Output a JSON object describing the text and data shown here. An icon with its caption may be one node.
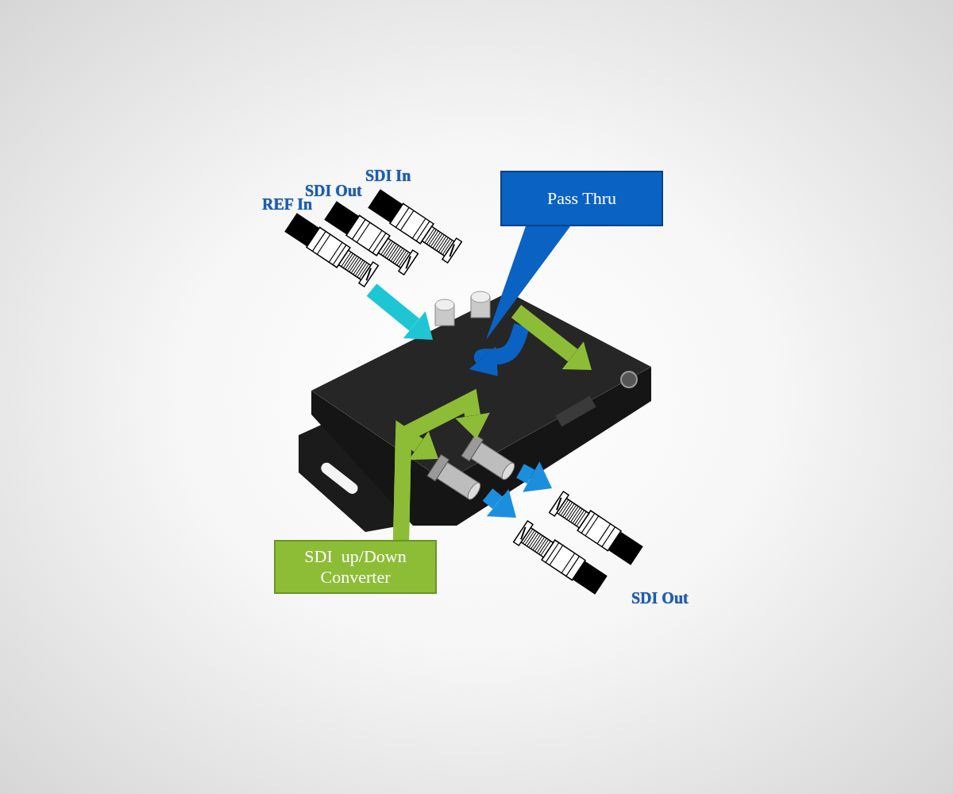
{
  "diagram": {
    "nodes": [
      {
        "text": [],
        "shape": "picture",
        "beside": [
          "REF In"
        ]
      },
      {
        "text": [],
        "shape": "picture",
        "beside": [
          "SDI Out"
        ]
      },
      {
        "text": [],
        "shape": "picture",
        "beside": [
          "SDI In"
        ]
      },
      {
        "text": [],
        "shape": "picture"
      },
      {
        "text": [
          "Pass Thru"
        ]
      },
      {
        "text": [
          "SDI  up/Down Converter"
        ]
      },
      {
        "text": [],
        "shape": "picture"
      },
      {
        "text": [],
        "shape": "picture",
        "beside": [
          "SDI Out"
        ]
      },
      {
        "text": [],
        "shape": "picture",
        "in": 3
      },
      {
        "text": [],
        "shape": "picture",
        "in": 3
      }
    ],
    "edges": [
      {
        "from": 0,
        "to": 3,
        "arrow": "to",
        "color": "#1ec6d4"
      },
      {
        "from": 4,
        "to": 3,
        "arrow": "none",
        "color": "#0a62c2"
      },
      {
        "from": null,
        "to": 3,
        "arrow": "to",
        "color": "#0a62c2"
      },
      {
        "from": null,
        "to": 3,
        "arrow": "to",
        "color": "#8dbd36"
      },
      {
        "from": 5,
        "to": 8,
        "arrow": "to",
        "color": "#8dbd36"
      },
      {
        "from": 5,
        "to": 9,
        "arrow": "to",
        "color": "#8dbd36"
      },
      {
        "from": 8,
        "to": 7,
        "arrow": "to",
        "color": "#1b8fde"
      },
      {
        "from": 9,
        "to": 6,
        "arrow": "to",
        "color": "#1b8fde"
      }
    ]
  }
}
